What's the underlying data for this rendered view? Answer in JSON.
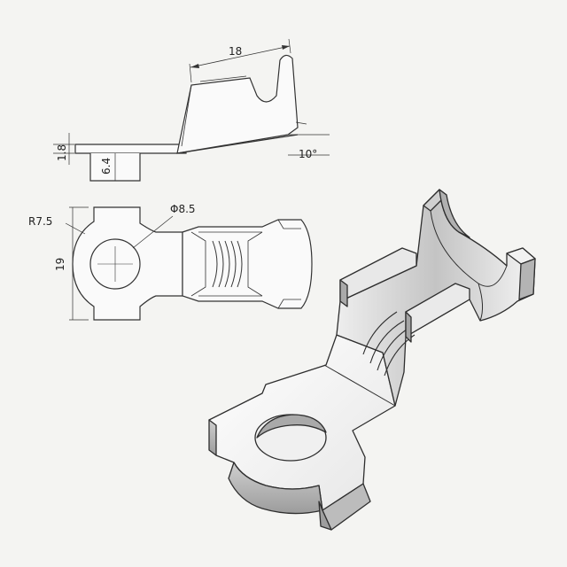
{
  "drawing": {
    "side_view": {
      "dim_width": "18",
      "dim_thickness": "1.8",
      "dim_height": "6.4",
      "dim_angle": "10°"
    },
    "top_view": {
      "dim_radius": "R7.5",
      "dim_hole": "Φ8.5",
      "dim_width": "19"
    }
  },
  "colors": {
    "line": "#333333",
    "metal_light": "#f7f7f7",
    "metal_mid": "#d8d8d8",
    "metal_dark": "#9a9a9a",
    "background": "#f4f4f2"
  }
}
